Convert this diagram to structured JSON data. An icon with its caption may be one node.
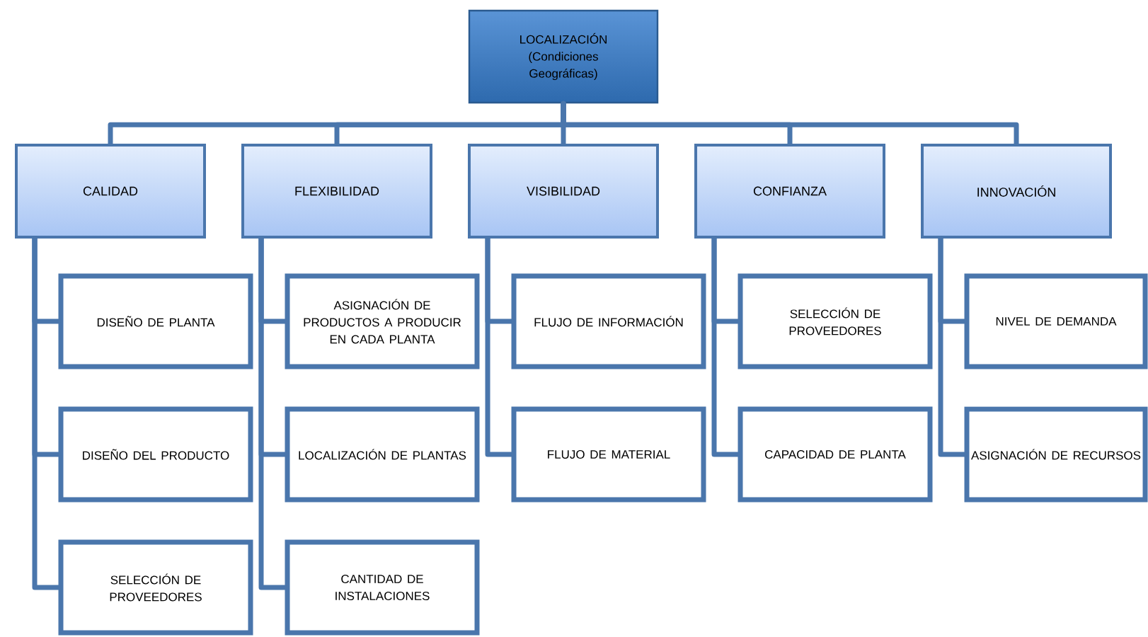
{
  "diagram": {
    "nodes": [
      {
        "text": [
          "LOCALIZACIÓN (Condiciones Geográficas)"
        ]
      },
      {
        "text": [
          "CALIDAD"
        ]
      },
      {
        "text": [
          "FLEXIBILIDAD"
        ]
      },
      {
        "text": [
          "VISIBILIDAD"
        ]
      },
      {
        "text": [
          "CONFIANZA"
        ]
      },
      {
        "text": [
          "INNOVACIÓN"
        ]
      },
      {
        "text": [
          "DISEÑO DE PLANTA"
        ]
      },
      {
        "text": [
          "DISEÑO DEL PRODUCTO"
        ]
      },
      {
        "text": [
          "SELECCIÓN DE PROVEEDORES"
        ]
      },
      {
        "text": [
          "ASIGNACIÓN DE PRODUCTOS A PRODUCIR EN CADA PLANTA"
        ]
      },
      {
        "text": [
          "LOCALIZACIÓN DE PLANTAS"
        ]
      },
      {
        "text": [
          "CANTIDAD DE INSTALACIONES"
        ]
      },
      {
        "text": [
          "FLUJO DE INFORMACIÓN"
        ]
      },
      {
        "text": [
          "FLUJO DE MATERIAL"
        ]
      },
      {
        "text": [
          "SELECCIÓN DE PROVEEDORES"
        ]
      },
      {
        "text": [
          "CAPACIDAD DE PLANTA"
        ]
      },
      {
        "text": [
          "NIVEL DE DEMANDA"
        ]
      },
      {
        "text": [
          "ASIGNACIÓN DE RECURSOS"
        ]
      }
    ],
    "edges": [
      {
        "from": 0,
        "to": 1,
        "arrow": "none"
      },
      {
        "from": 0,
        "to": 2,
        "arrow": "none"
      },
      {
        "from": 0,
        "to": 3,
        "arrow": "none"
      },
      {
        "from": 0,
        "to": 4,
        "arrow": "none"
      },
      {
        "from": 0,
        "to": 5,
        "arrow": "none"
      },
      {
        "from": 1,
        "to": 6,
        "arrow": "none"
      },
      {
        "from": 1,
        "to": 7,
        "arrow": "none"
      },
      {
        "from": 1,
        "to": 8,
        "arrow": "none"
      },
      {
        "from": 2,
        "to": 9,
        "arrow": "none"
      },
      {
        "from": 2,
        "to": 10,
        "arrow": "none"
      },
      {
        "from": 2,
        "to": 11,
        "arrow": "none"
      },
      {
        "from": 3,
        "to": 12,
        "arrow": "none"
      },
      {
        "from": 3,
        "to": 13,
        "arrow": "none"
      },
      {
        "from": 4,
        "to": 14,
        "arrow": "none"
      },
      {
        "from": 4,
        "to": 15,
        "arrow": "none"
      },
      {
        "from": 5,
        "to": 16,
        "arrow": "none"
      },
      {
        "from": 5,
        "to": 17,
        "arrow": "none"
      }
    ]
  }
}
